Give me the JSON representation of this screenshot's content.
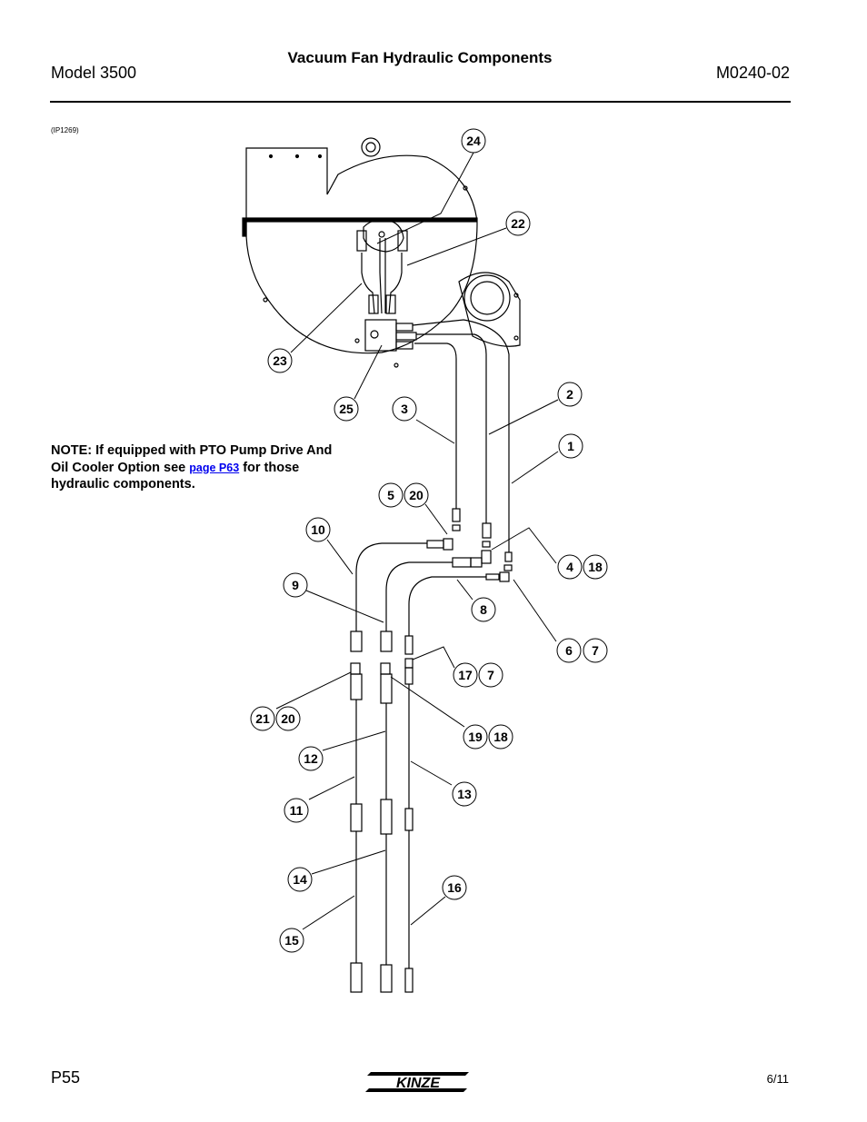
{
  "header": {
    "title": "Vacuum Fan Hydraulic Components",
    "model": "Model 3500",
    "doc_number": "M0240-02"
  },
  "figure_id": "(IP1269)",
  "note": {
    "text_before": "NOTE: If equipped with PTO Pump Drive And Oil Cooler Option see ",
    "link_text": "page P63",
    "text_after": " for those hydraulic components."
  },
  "footer": {
    "page": "P55",
    "date": "6/11",
    "brand": "KINZE"
  },
  "callouts": [
    "24",
    "22",
    "23",
    "25",
    "3",
    "2",
    "1",
    "5",
    "20",
    "10",
    "4",
    "18",
    "9",
    "8",
    "6",
    "7",
    "17",
    "7",
    "21",
    "20",
    "19",
    "18",
    "12",
    "13",
    "11",
    "14",
    "16",
    "15"
  ],
  "colors": {
    "link": "#0000ee",
    "line": "#000000"
  }
}
